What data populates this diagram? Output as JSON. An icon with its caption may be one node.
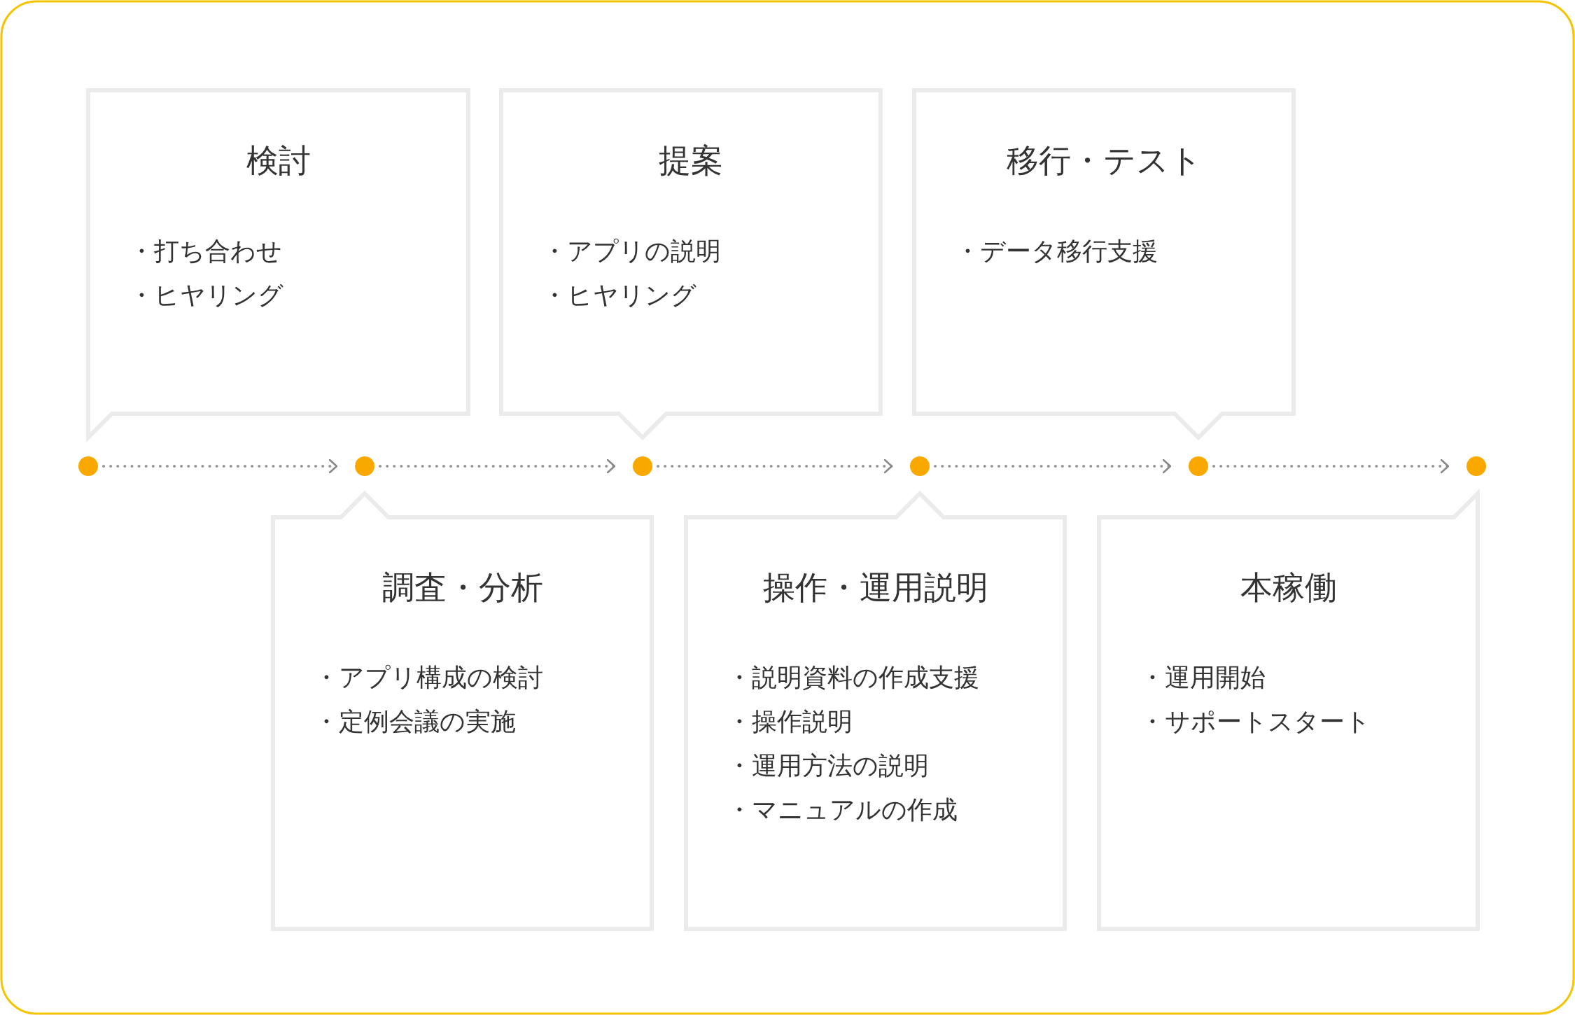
{
  "diagram": {
    "nodes": [
      {
        "text": [
          "検討",
          "・打ち合わせ",
          "・ヒヤリング"
        ]
      },
      {
        "text": [
          "調査・分析",
          "・アプリ構成の検討",
          "・定例会議の実施"
        ]
      },
      {
        "text": [
          "提案",
          "・アプリの説明",
          "・ヒヤリング"
        ]
      },
      {
        "text": [
          "操作・運用説明",
          "・説明資料の作成支援",
          "・操作説明",
          "・運用方法の説明",
          "・マニュアルの作成"
        ]
      },
      {
        "text": [
          "移行・テスト",
          "・データ移行支援"
        ]
      },
      {
        "text": [
          "本稼働",
          "・運用開始",
          "・サポートスタート"
        ]
      },
      {
        "text": [],
        "shape": "circle"
      },
      {
        "text": [],
        "shape": "circle"
      },
      {
        "text": [],
        "shape": "circle"
      },
      {
        "text": [],
        "shape": "circle"
      },
      {
        "text": [],
        "shape": "circle"
      },
      {
        "text": [],
        "shape": "circle"
      }
    ],
    "edges": [
      {
        "from": 6,
        "to": 7,
        "arrow": "to"
      },
      {
        "from": 7,
        "to": 8,
        "arrow": "to"
      },
      {
        "from": 8,
        "to": 9,
        "arrow": "to"
      },
      {
        "from": 9,
        "to": 10,
        "arrow": "to"
      },
      {
        "from": 10,
        "to": 11,
        "arrow": "to"
      }
    ]
  }
}
